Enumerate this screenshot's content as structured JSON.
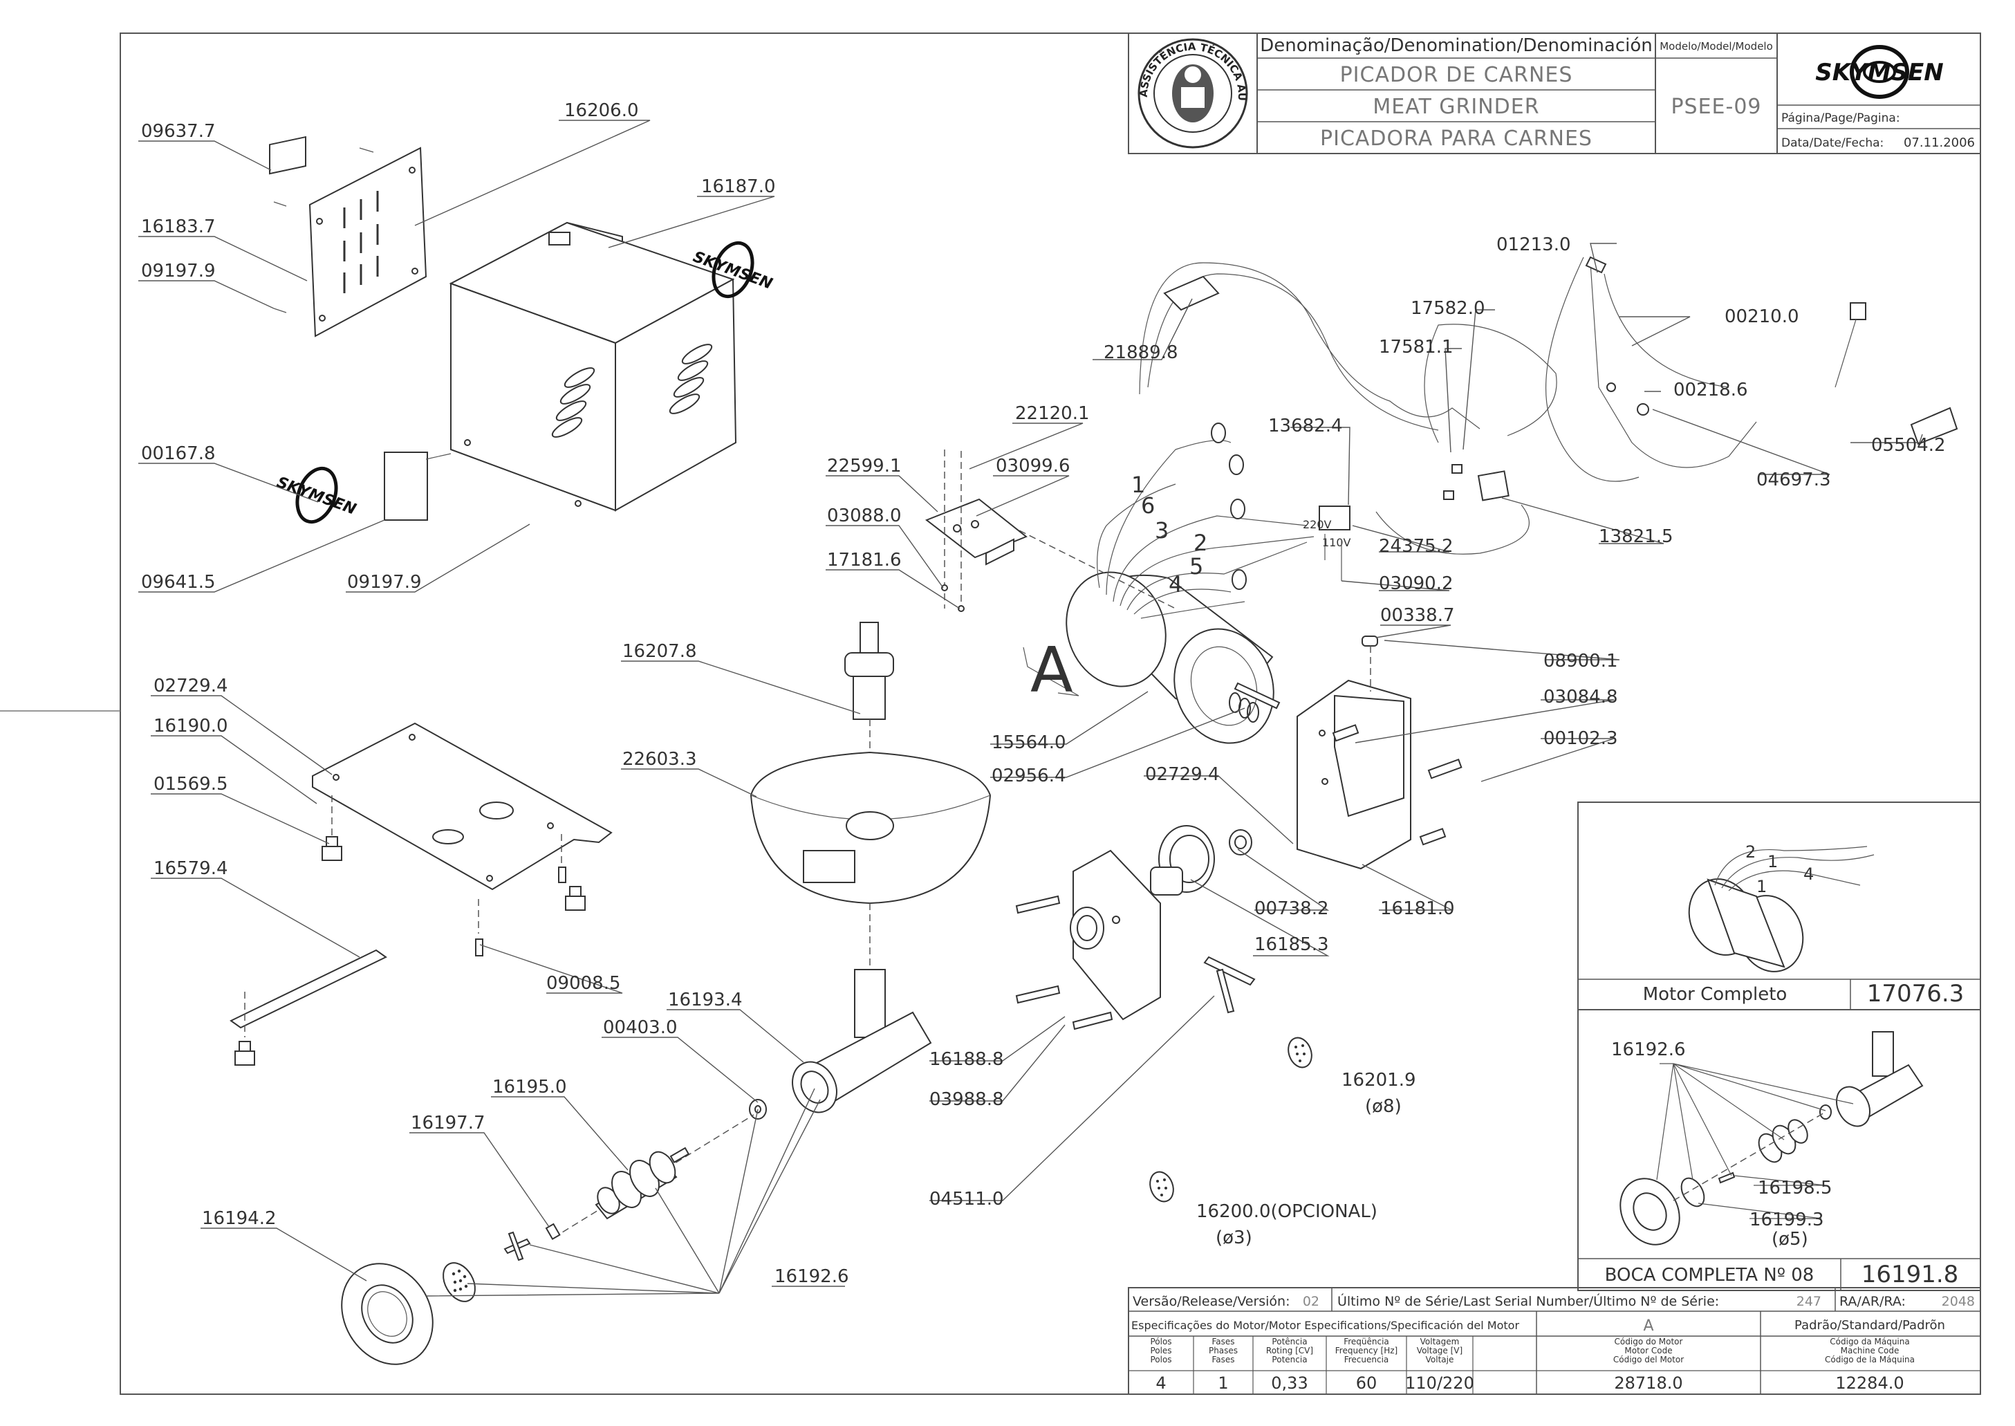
{
  "title_block": {
    "denomination_header": "Denominação/Denomination/Denominación",
    "name_pt": "PICADOR DE CARNES",
    "name_en": "MEAT GRINDER",
    "name_es": "PICADORA PARA CARNES",
    "model_header": "Modelo/Model/Modelo",
    "model": "PSEE-09",
    "brand": "SKYMSEN",
    "page_label": "Página/Page/Pagina:",
    "date_label": "Data/Date/Fecha:",
    "date": "07.11.2006",
    "seal_text": "ASSISTÊNCIA TÉCNICA AUTORIZADA"
  },
  "part_labels": [
    {
      "id": "p-09637-7",
      "text": "09637.7"
    },
    {
      "id": "p-16206-0",
      "text": "16206.0"
    },
    {
      "id": "p-16187-0",
      "text": "16187.0"
    },
    {
      "id": "p-16183-7",
      "text": "16183.7"
    },
    {
      "id": "p-09197-9a",
      "text": "09197.9"
    },
    {
      "id": "p-00167-8",
      "text": "00167.8"
    },
    {
      "id": "p-09641-5",
      "text": "09641.5"
    },
    {
      "id": "p-09197-9b",
      "text": "09197.9"
    },
    {
      "id": "p-02729-4a",
      "text": "02729.4"
    },
    {
      "id": "p-16190-0",
      "text": "16190.0"
    },
    {
      "id": "p-01569-5",
      "text": "01569.5"
    },
    {
      "id": "p-16579-4",
      "text": "16579.4"
    },
    {
      "id": "p-09008-5",
      "text": "09008.5"
    },
    {
      "id": "p-22120-1",
      "text": "22120.1"
    },
    {
      "id": "p-22599-1",
      "text": "22599.1"
    },
    {
      "id": "p-03099-6",
      "text": "03099.6"
    },
    {
      "id": "p-03088-0",
      "text": "03088.0"
    },
    {
      "id": "p-17181-6",
      "text": "17181.6"
    },
    {
      "id": "p-16207-8",
      "text": "16207.8"
    },
    {
      "id": "p-22603-3",
      "text": "22603.3"
    },
    {
      "id": "p-16193-4",
      "text": "16193.4"
    },
    {
      "id": "p-00403-0",
      "text": "00403.0"
    },
    {
      "id": "p-16195-0",
      "text": "16195.0"
    },
    {
      "id": "p-16197-7",
      "text": "16197.7"
    },
    {
      "id": "p-16194-2",
      "text": "16194.2"
    },
    {
      "id": "p-16192-6",
      "text": "16192.6"
    },
    {
      "id": "p-01213-0",
      "text": "01213.0"
    },
    {
      "id": "p-17582-0",
      "text": "17582.0"
    },
    {
      "id": "p-00210-0",
      "text": "00210.0"
    },
    {
      "id": "p-17581-1",
      "text": "17581.1"
    },
    {
      "id": "p-21889-8",
      "text": "21889.8"
    },
    {
      "id": "p-00218-6",
      "text": "00218.6"
    },
    {
      "id": "p-13682-4",
      "text": "13682.4"
    },
    {
      "id": "p-05504-2",
      "text": "05504.2"
    },
    {
      "id": "p-04697-3",
      "text": "04697.3"
    },
    {
      "id": "p-13821-5",
      "text": "13821.5"
    },
    {
      "id": "p-24375-2",
      "text": "24375.2"
    },
    {
      "id": "p-03090-2",
      "text": "03090.2"
    },
    {
      "id": "p-00338-7",
      "text": "00338.7"
    },
    {
      "id": "p-08900-1",
      "text": "08900.1"
    },
    {
      "id": "p-03084-8",
      "text": "03084.8"
    },
    {
      "id": "p-00102-3",
      "text": "00102.3"
    },
    {
      "id": "p-15564-0",
      "text": "15564.0"
    },
    {
      "id": "p-02956-4",
      "text": "02956.4"
    },
    {
      "id": "p-02729-4b",
      "text": "02729.4"
    },
    {
      "id": "p-00738-2",
      "text": "00738.2"
    },
    {
      "id": "p-16181-0",
      "text": "16181.0"
    },
    {
      "id": "p-16185-3",
      "text": "16185.3"
    },
    {
      "id": "p-16188-8",
      "text": "16188.8"
    },
    {
      "id": "p-03988-8",
      "text": "03988.8"
    },
    {
      "id": "p-04511-0",
      "text": "04511.0"
    },
    {
      "id": "p-16201-9",
      "text": "16201.9"
    },
    {
      "id": "p-16201-9-size",
      "text": "(ø8)"
    },
    {
      "id": "p-16200-0",
      "text": "16200.0(OPCIONAL)"
    },
    {
      "id": "p-16200-0-size",
      "text": "(ø3)"
    }
  ],
  "motor_wire_numbers": [
    "1",
    "6",
    "3",
    "2",
    "5",
    "4"
  ],
  "switch_voltage_labels": [
    "220V",
    "110V"
  ],
  "motor_label_letter": "A",
  "motor_inset": {
    "caption": "Motor Completo",
    "part": "17076.3",
    "wire_numbers": [
      "2",
      "1",
      "4",
      "1"
    ]
  },
  "boca_inset": {
    "caption": "BOCA COMPLETA Nº 08",
    "part": "16191.8",
    "labels": [
      {
        "id": "b-16192-6",
        "text": "16192.6"
      },
      {
        "id": "b-16198-5",
        "text": "16198.5"
      },
      {
        "id": "b-16199-3",
        "text": "16199.3"
      },
      {
        "id": "b-size",
        "text": "(ø5)"
      }
    ]
  },
  "bottom_block": {
    "version_label": "Versão/Release/Versión:",
    "version": "02",
    "serial_label": "Último Nº de Série/Last Serial Number/Último Nº de Série:",
    "serial": "247",
    "ra_label": "RA/AR/RA:",
    "ra": "2048",
    "motor_spec_header": "Especificações do Motor/Motor Especifications/Specificación del Motor",
    "motor_letter": "A",
    "standard_header": "Padrão/Standard/Padrõn",
    "columns": [
      {
        "key": "poles",
        "label": "Pólos\nPoles\nPolos",
        "value": "4"
      },
      {
        "key": "phases",
        "label": "Fases\nPhases\nFases",
        "value": "1"
      },
      {
        "key": "power",
        "label": "Potência\nRoting [CV]\nPotencia",
        "value": "0,33"
      },
      {
        "key": "frequency",
        "label": "Freqüência\nFrequency [Hz]\nFrecuencia",
        "value": "60"
      },
      {
        "key": "voltage",
        "label": "Voltagem\nVoltage [V]\nVoltaje",
        "value": "110/220"
      },
      {
        "key": "motor_code",
        "label": "Código do Motor\nMotor Code\nCódigo del Motor",
        "value": "28718.0"
      },
      {
        "key": "machine_code",
        "label": "Código da Máquina\nMachine Code\nCódigo de la Máquina",
        "value": "12284.0"
      }
    ]
  },
  "logos": [
    {
      "id": "logo-cover",
      "text": "SKYMSEN"
    },
    {
      "id": "logo-side",
      "text": "SKYMSEN"
    }
  ]
}
